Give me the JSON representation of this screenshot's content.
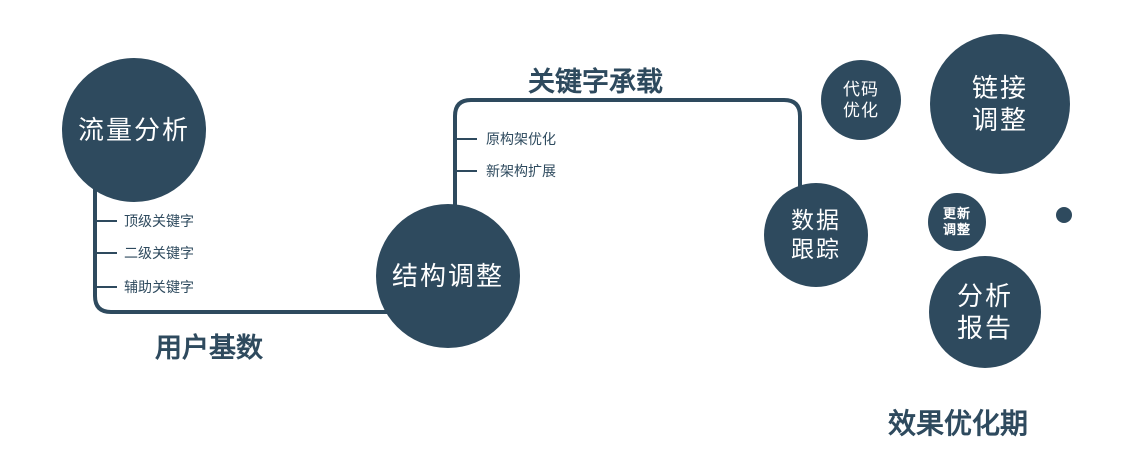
{
  "colors": {
    "primary": "#2e4a5e",
    "node_text": "#ffffff",
    "background": "#ffffff"
  },
  "nodes": {
    "traffic": {
      "label": "流量分析"
    },
    "structure": {
      "label": "结构调整"
    },
    "tracking": {
      "label": "数据\n跟踪"
    },
    "code": {
      "label": "代码\n优化"
    },
    "link": {
      "label": "链接\n调整"
    },
    "update": {
      "label": "更新\n调整"
    },
    "report": {
      "label": "分析\n报告"
    }
  },
  "edge_labels": {
    "user_base": "用户基数",
    "keyword_bearing": "关键字承载"
  },
  "branch_labels": {
    "traffic": [
      "顶级关键字",
      "二级关键字",
      "辅助关键字"
    ],
    "structure": [
      "原构架优化",
      "新架构扩展"
    ]
  },
  "caption": "效果优化期"
}
